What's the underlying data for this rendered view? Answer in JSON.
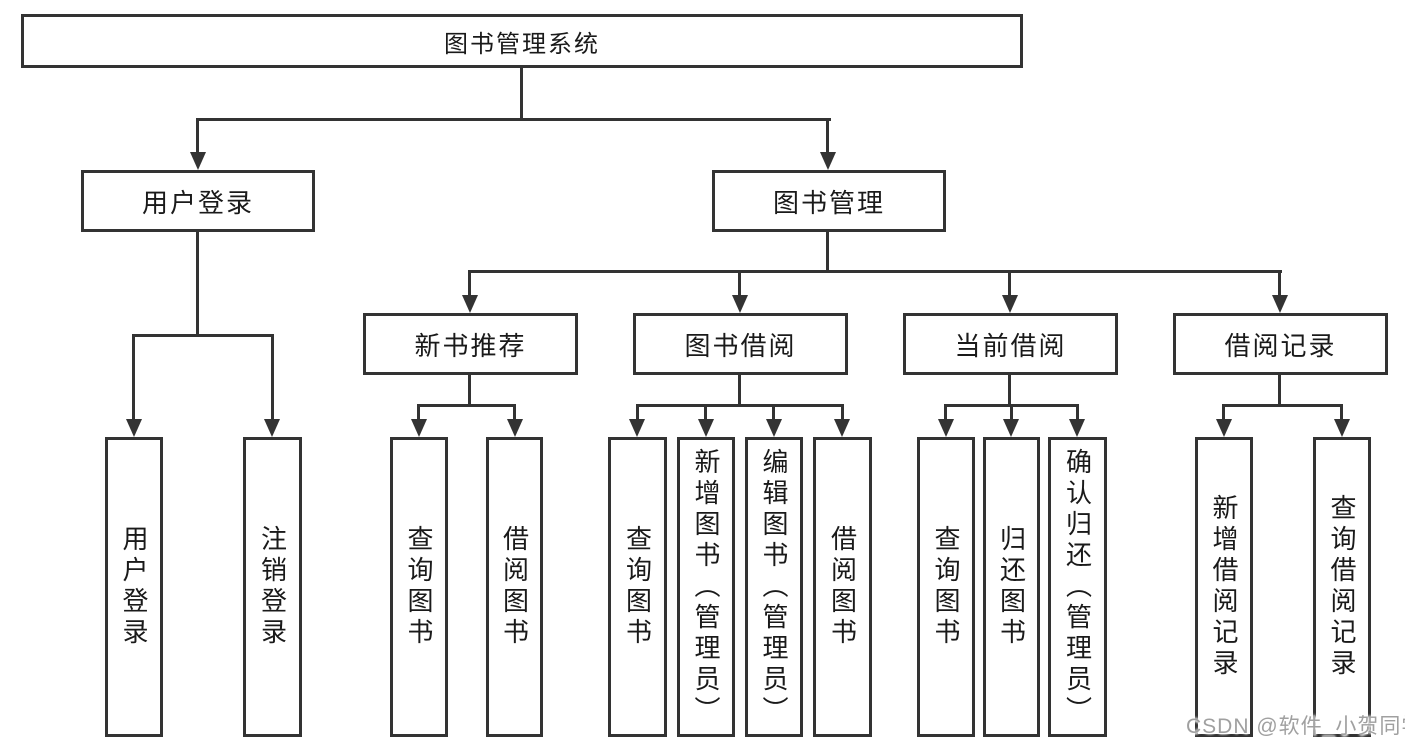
{
  "nodes": {
    "root": "图书管理系统",
    "level2": {
      "user_login": "用户登录",
      "book_mgmt": "图书管理"
    },
    "level3": {
      "new_book_rec": "新书推荐",
      "book_borrow": "图书借阅",
      "current_borrow": "当前借阅",
      "borrow_records": "借阅记录"
    },
    "leaves": {
      "user_login": "用户登录",
      "logout": "注销登录",
      "rec_query": "查询图书",
      "rec_borrow": "借阅图书",
      "borrow_query": "查询图书",
      "borrow_add": "新增图书（管理员）",
      "borrow_edit": "编辑图书（管理员）",
      "borrow_borrow": "借阅图书",
      "current_query": "查询图书",
      "current_return": "归还图书",
      "current_confirm": "确认归还（管理员）",
      "records_add": "新增借阅记录",
      "records_query": "查询借阅记录"
    }
  },
  "watermark": "CSDN @软件_小贺同学",
  "colors": {
    "line": "#333333",
    "text": "#1a1a1a",
    "background": "#ffffff",
    "watermark": "#a0a0a0"
  }
}
